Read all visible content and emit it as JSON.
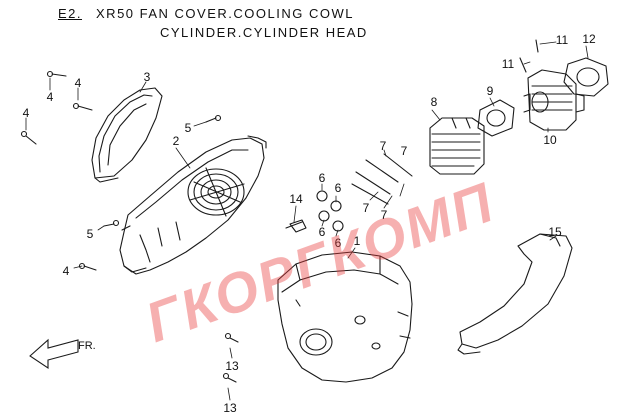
{
  "title": {
    "code": "E2.",
    "line1": "XR50   FAN COVER.COOLING COWL",
    "line2": "CYLINDER.CYLINDER HEAD"
  },
  "callouts": {
    "c1": "1",
    "c2": "2",
    "c3": "3",
    "c4a": "4",
    "c4b": "4",
    "c4c": "4",
    "c4d": "4",
    "c5a": "5",
    "c5b": "5",
    "c6a": "6",
    "c6b": "6",
    "c6c": "6",
    "c6d": "6",
    "c7a": "7",
    "c7b": "7",
    "c7c": "7",
    "c7d": "7",
    "c8": "8",
    "c9": "9",
    "c10": "10",
    "c11a": "11",
    "c11b": "11",
    "c12": "12",
    "c13a": "13",
    "c13b": "13",
    "c14": "14",
    "c15": "15"
  },
  "direction_label": "FR.",
  "watermark": "ГКОРГКОМП",
  "colors": {
    "line": "#1a1a1a",
    "watermark": "#e83a3a"
  }
}
